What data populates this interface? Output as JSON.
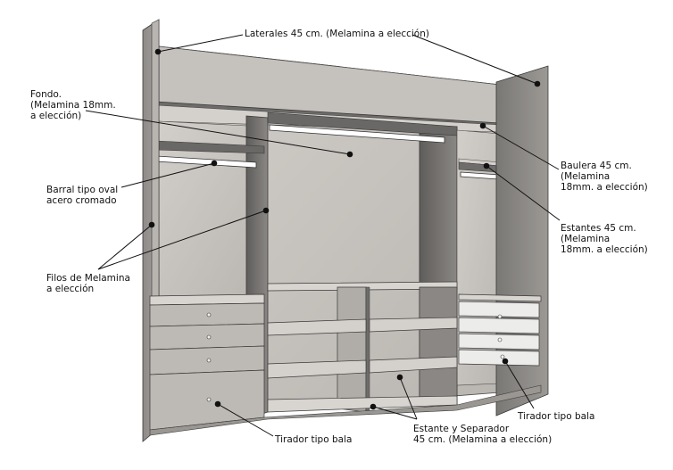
{
  "labels": {
    "laterales": [
      "Laterales 45 cm. (Melamina a elección)"
    ],
    "fondo": [
      "Fondo.",
      "(Melamina 18mm.",
      "a elección)"
    ],
    "barral": [
      "Barral tipo oval",
      "acero cromado"
    ],
    "filos": [
      "Filos de Melamina",
      "a elección"
    ],
    "baulera": [
      "Baulera 45 cm.",
      "(Melamina",
      "18mm. a elección)"
    ],
    "estantes": [
      "Estantes 45 cm.",
      "(Melamina",
      "18mm. a elección)"
    ],
    "tirador_right": [
      "Tirador tipo bala"
    ],
    "tirador_bottom": [
      "Tirador tipo bala"
    ],
    "estante_separador": [
      "Estante y Separador",
      "45 cm. (Melamina a elección)"
    ]
  },
  "colors": {
    "wood_light": "#c9c5c0",
    "wood_mid": "#a9a6a2",
    "wood_dark": "#6f6d6b",
    "edge": "#4a4a4a",
    "rod": "#ffffff",
    "leader": "#111111"
  }
}
